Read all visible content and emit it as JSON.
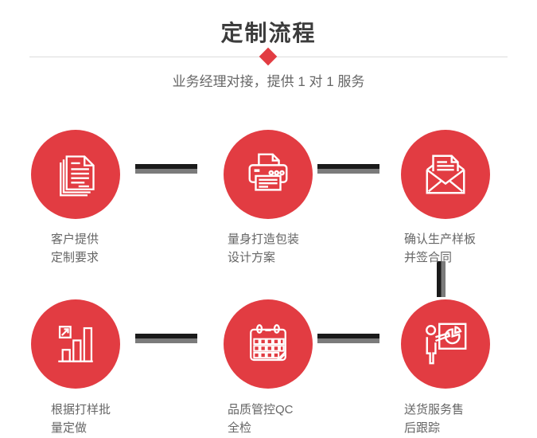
{
  "header": {
    "title": "定制流程",
    "subtitle": "业务经理对接，提供 1 对 1 服务"
  },
  "theme": {
    "accent_red": "#e23c42",
    "icon_stroke": "#ffffff",
    "title_color": "#3c3c3c",
    "text_color": "#666666",
    "divider_color": "#dcdcdc",
    "connector_dark": "#1a1a1a",
    "connector_gray": "#7b7b7b"
  },
  "steps": [
    {
      "icon": "documents-icon",
      "label_line1": "客户提供",
      "label_line2": "定制要求"
    },
    {
      "icon": "printer-icon",
      "label_line1": "量身打造包装",
      "label_line2": "设计方案"
    },
    {
      "icon": "envelope-letter-icon",
      "label_line1": "确认生产样板",
      "label_line2": "并签合同"
    },
    {
      "icon": "bar-chart-icon",
      "label_line1": "根据打样批",
      "label_line2": "量定做"
    },
    {
      "icon": "calendar-icon",
      "label_line1": "品质管控QC",
      "label_line2": "全检"
    },
    {
      "icon": "presentation-icon",
      "label_line1": "送货服务售",
      "label_line2": "后跟踪"
    }
  ]
}
